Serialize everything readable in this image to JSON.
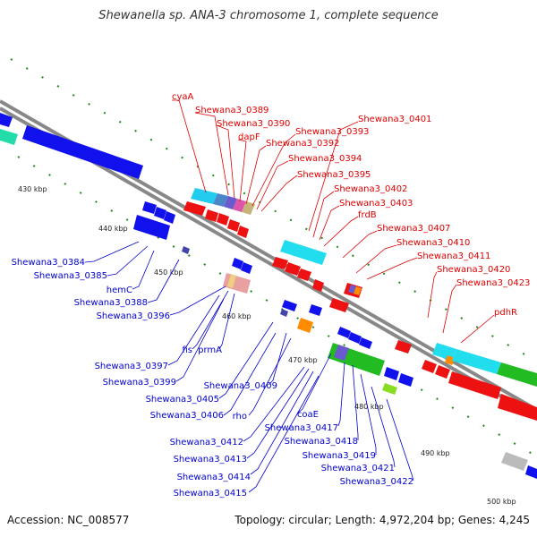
{
  "title": "Shewanella sp. ANA-3 chromosome 1, complete sequence",
  "footer": {
    "accession": "Accession: NC_008577",
    "topology": "Topology: circular; Length: 4,972,204 bp; Genes: 4,245"
  },
  "colors": {
    "backbone": "#888888",
    "forward_labels": "#dd0000",
    "reverse_labels": "#0000cc",
    "tick_green": "#1a8a1a"
  },
  "scale": {
    "ticks": [
      {
        "label": "430 kbp"
      },
      {
        "label": "440 kbp"
      },
      {
        "label": "450 kbp"
      },
      {
        "label": "460 kbp"
      },
      {
        "label": "470 kbp"
      },
      {
        "label": "480 kbp"
      },
      {
        "label": "490 kbp"
      },
      {
        "label": "500 kbp"
      }
    ]
  },
  "forward_labels": [
    "cyaA",
    "Shewana3_0389",
    "Shewana3_0390",
    "dapF",
    "Shewana3_0392",
    "Shewana3_0393",
    "Shewana3_0394",
    "Shewana3_0395",
    "Shewana3_0401",
    "Shewana3_0402",
    "Shewana3_0403",
    "frdB",
    "Shewana3_0407",
    "Shewana3_0410",
    "Shewana3_0411",
    "Shewana3_0420",
    "Shewana3_0423",
    "pdhR"
  ],
  "reverse_labels": [
    "Shewana3_0384",
    "Shewana3_0385",
    "hemC",
    "Shewana3_0388",
    "Shewana3_0396",
    "fis",
    "prmA",
    "Shewana3_0397",
    "Shewana3_0399",
    "Shewana3_0405",
    "Shewana3_0409",
    "Shewana3_0406",
    "rho",
    "coaE",
    "Shewana3_0417",
    "Shewana3_0412",
    "Shewana3_0418",
    "Shewana3_0413",
    "Shewana3_0419",
    "Shewana3_0421",
    "Shewana3_0414",
    "Shewana3_0422",
    "Shewana3_0415"
  ]
}
